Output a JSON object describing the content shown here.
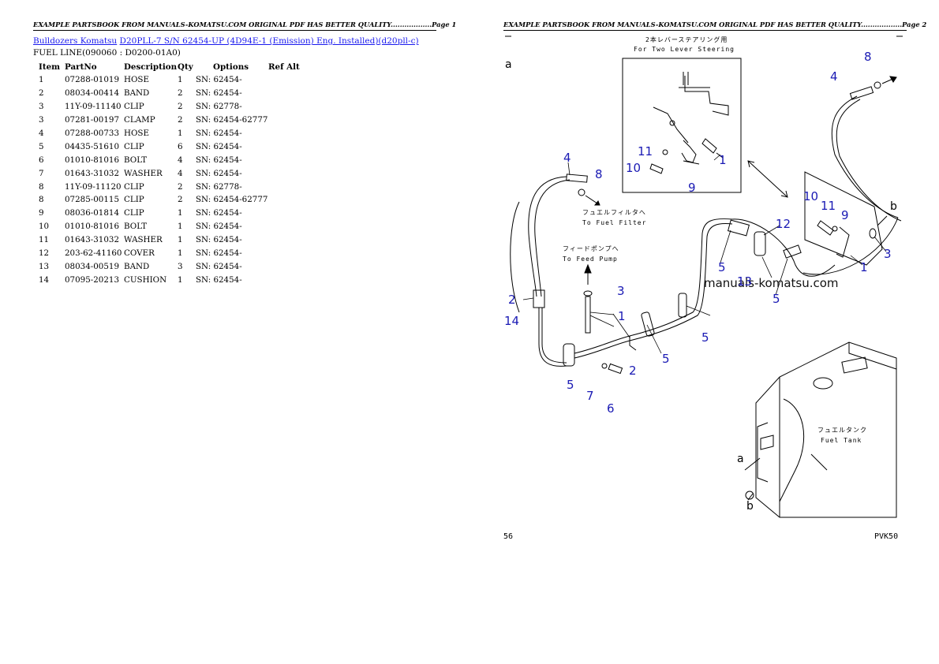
{
  "page1": {
    "header": "EXAMPLE PARTSBOOK FROM MANUALS-KOMATSU.COM ORIGINAL PDF HAS BETTER QUALITY..................Page 1",
    "breadcrumb": {
      "link1": "Bulldozers Komatsu",
      "link2": "D20PLL-7 S/N 62454-UP (4D94E-1 (Emission) Eng. Installed)(d20pll-c)"
    },
    "section_title": "FUEL LINE(090060 : D0200-01A0)",
    "columns": [
      "Item",
      "PartNo",
      "Description",
      "Qty",
      "Options",
      "Ref Alt"
    ],
    "rows": [
      [
        "1",
        "07288-01019",
        "HOSE",
        "1",
        "SN: 62454-",
        ""
      ],
      [
        "2",
        "08034-00414",
        "BAND",
        "2",
        "SN: 62454-",
        ""
      ],
      [
        "3",
        "11Y-09-11140",
        "CLIP",
        "2",
        "SN: 62778-",
        ""
      ],
      [
        "3",
        "07281-00197",
        "CLAMP",
        "2",
        "SN: 62454-62777",
        ""
      ],
      [
        "4",
        "07288-00733",
        "HOSE",
        "1",
        "SN: 62454-",
        ""
      ],
      [
        "5",
        "04435-51610",
        "CLIP",
        "6",
        "SN: 62454-",
        ""
      ],
      [
        "6",
        "01010-81016",
        "BOLT",
        "4",
        "SN: 62454-",
        ""
      ],
      [
        "7",
        "01643-31032",
        "WASHER",
        "4",
        "SN: 62454-",
        ""
      ],
      [
        "8",
        "11Y-09-11120",
        "CLIP",
        "2",
        "SN: 62778-",
        ""
      ],
      [
        "8",
        "07285-00115",
        "CLIP",
        "2",
        "SN: 62454-62777",
        ""
      ],
      [
        "9",
        "08036-01814",
        "CLIP",
        "1",
        "SN: 62454-",
        ""
      ],
      [
        "10",
        "01010-81016",
        "BOLT",
        "1",
        "SN: 62454-",
        ""
      ],
      [
        "11",
        "01643-31032",
        "WASHER",
        "1",
        "SN: 62454-",
        ""
      ],
      [
        "12",
        "203-62-41160",
        "COVER",
        "1",
        "SN: 62454-",
        ""
      ],
      [
        "13",
        "08034-00519",
        "BAND",
        "3",
        "SN: 62454-",
        ""
      ],
      [
        "14",
        "07095-20213",
        "CUSHION",
        "1",
        "SN: 62454-",
        ""
      ]
    ]
  },
  "page2": {
    "header": "EXAMPLE PARTSBOOK FROM MANUALS-KOMATSU.COM ORIGINAL PDF HAS BETTER QUALITY..................Page 2",
    "diagram": {
      "inset_jp": "2本レバーステアリング用",
      "inset_en": "For Two Lever Steering",
      "fuel_filter_jp": "フュエルフィルタへ",
      "fuel_filter_en": "To Fuel Filter",
      "feed_pump_jp": "フィードポンプへ",
      "feed_pump_en": "To Feed Pump",
      "fuel_tank_jp": "フュエルタンク",
      "fuel_tank_en": "Fuel Tank",
      "watermark": "manuals-komatsu.com",
      "label_a": "a",
      "label_b": "b",
      "page_number": "56",
      "code": "PVK50",
      "callouts": {
        "c1": "1",
        "c2": "2",
        "c3": "3",
        "c4": "4",
        "c5": "5",
        "c6": "6",
        "c7": "7",
        "c8": "8",
        "c9": "9",
        "c10": "10",
        "c11": "11",
        "c12": "12",
        "c13": "13",
        "c14": "14"
      }
    }
  }
}
